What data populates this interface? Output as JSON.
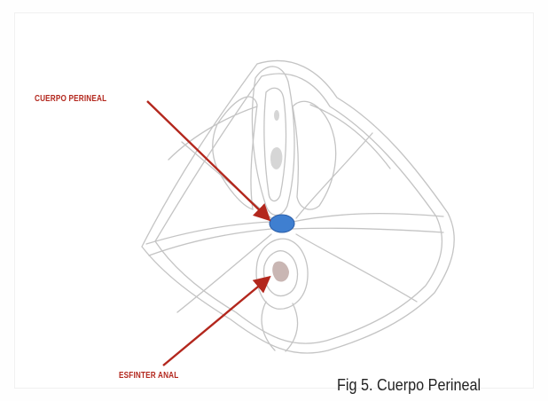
{
  "labels": {
    "perineal_body": "CUERPO PERINEAL",
    "anal_sphincter": "ESFINTER ANAL"
  },
  "caption": "Fig 5. Cuerpo Perineal",
  "colors": {
    "arrow": "#b3271d",
    "perineal_body_fill": "#3f7fd0",
    "sketch_line": "#bdbdbd",
    "sketch_fill": "#ececec"
  }
}
